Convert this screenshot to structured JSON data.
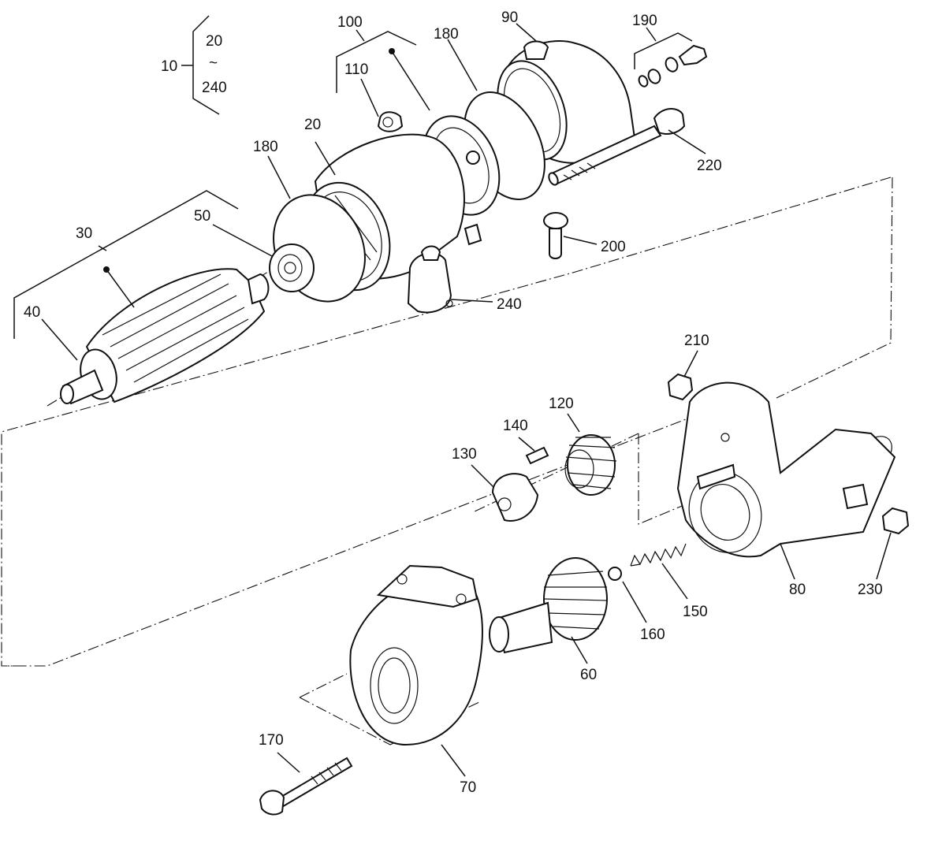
{
  "diagram": {
    "assembly_range": {
      "top": "20",
      "tilde": "~",
      "bottom": "240",
      "label": "10"
    },
    "labels": {
      "p100": "100",
      "p180_top": "180",
      "p90": "90",
      "p190": "190",
      "p110": "110",
      "p20": "20",
      "p180_left": "180",
      "p220": "220",
      "p30": "30",
      "p50": "50",
      "p200": "200",
      "p240": "240",
      "p40": "40",
      "p210": "210",
      "p120": "120",
      "p140": "140",
      "p130": "130",
      "p80": "80",
      "p230": "230",
      "p150": "150",
      "p160": "160",
      "p60": "60",
      "p170": "170",
      "p70": "70"
    }
  }
}
